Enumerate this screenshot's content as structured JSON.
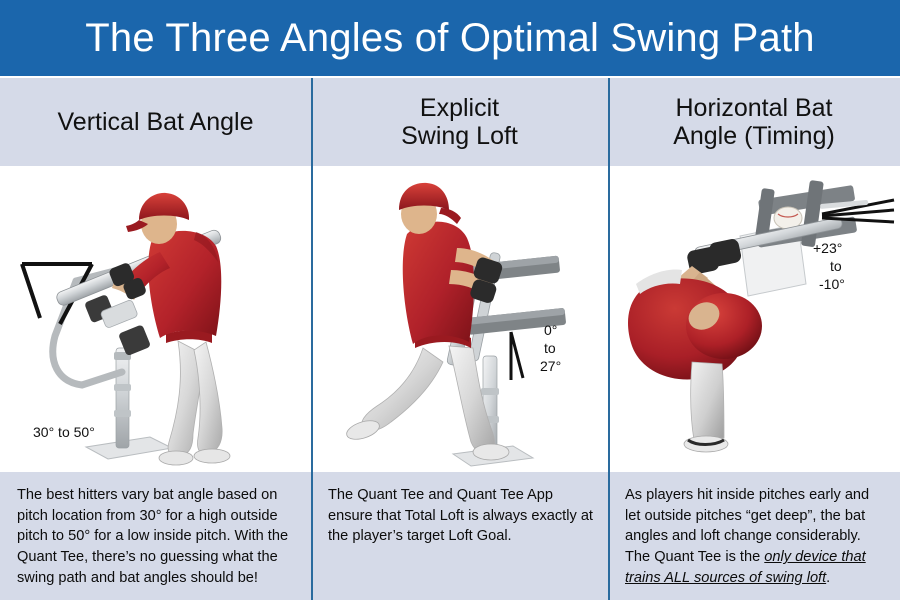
{
  "title": "The Three Angles of Optimal Swing Path",
  "theme": {
    "header_blue": "#1b66ac",
    "band_gray": "#d5dae8",
    "divider_blue": "#2a6b9e",
    "jersey_red": "#b5232a",
    "pants_gray": "#dcdcdc",
    "tee_metal": "#c9cdd0",
    "tee_dark": "#6e6e6e",
    "text_dark": "#111111"
  },
  "columns": [
    {
      "id": "vertical-bat-angle",
      "header": "Vertical Bat Angle",
      "header_lines": [
        "Vertical Bat Angle"
      ],
      "angle_label": "30° to 50°",
      "angle_label_lines": [
        "30° to 50°"
      ],
      "caption": "The best hitters vary bat angle based on pitch location from 30° for a high outside pitch to 50° for a low inside pitch.  With the Quant Tee, there’s no guessing what the swing path and bat angles should be!",
      "illustration": "batter-side-view-with-tee"
    },
    {
      "id": "explicit-swing-loft",
      "header": "Explicit Swing Loft",
      "header_lines": [
        "Explicit",
        "Swing Loft"
      ],
      "angle_label": "0° to 27°",
      "angle_label_lines": [
        "0°",
        "to",
        "27°"
      ],
      "caption": "The Quant Tee and Quant Tee App ensure that Total Loft is always exactly at the player’s target Loft Goal.",
      "illustration": "batter-front-view-with-tee"
    },
    {
      "id": "horizontal-bat-angle-timing",
      "header": "Horizontal Bat Angle (Timing)",
      "header_lines": [
        "Horizontal Bat",
        "Angle (Timing)"
      ],
      "angle_label": "+23° to -10°",
      "angle_label_lines": [
        "+23°",
        "to",
        "-10°"
      ],
      "caption_prefix": "As players hit inside pitches early and let outside pitches “get deep”, the bat angles and loft change considerably. The Quant Tee is the ",
      "caption_emphasis": "only device that trains ALL sources of swing loft",
      "caption_suffix": ".",
      "illustration": "batter-overhead-view-with-tee"
    }
  ]
}
